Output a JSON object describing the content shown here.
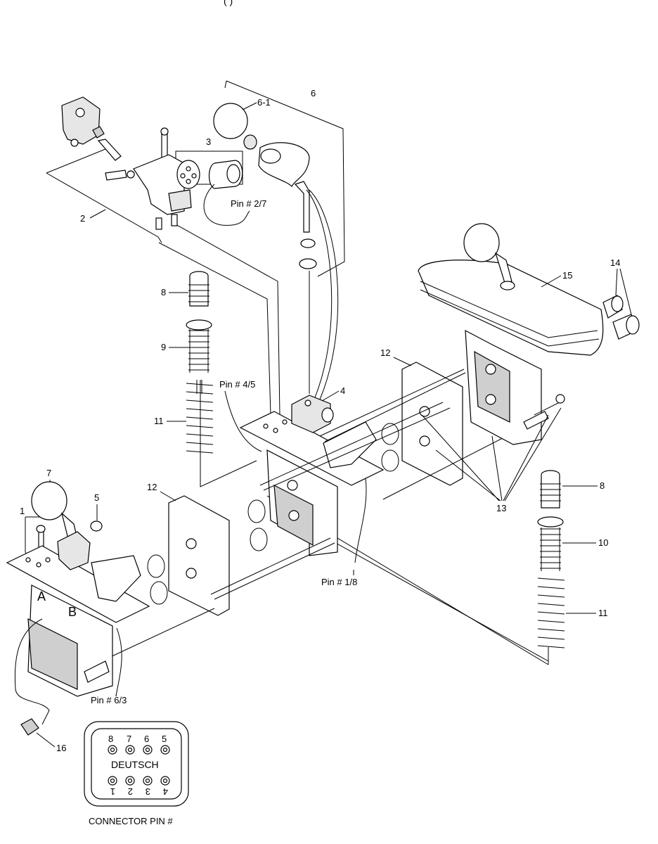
{
  "header": {
    "partial_title": "(                                                    )"
  },
  "callouts": {
    "c1": "1",
    "c2": "2",
    "c3": "3",
    "c4": "4",
    "c5": "5",
    "c6": "6",
    "c6_1": "6-1",
    "c7": "7",
    "c8a": "8",
    "c8b": "8",
    "c9": "9",
    "c10": "10",
    "c11a": "11",
    "c11b": "11",
    "c12a": "12",
    "c12b": "12",
    "c13": "13",
    "c14": "14",
    "c15": "15",
    "c16": "16"
  },
  "pin_labels": {
    "p27": "Pin # 2/7",
    "p45": "Pin # 4/5",
    "p18": "Pin # 1/8",
    "p63": "Pin # 6/3"
  },
  "housing_marks": {
    "a": "A",
    "b": "B"
  },
  "connector": {
    "top_pins": [
      "8",
      "7",
      "6",
      "5"
    ],
    "brand": "DEUTSCH",
    "bottom_pins": [
      "1",
      "2",
      "3",
      "4"
    ],
    "caption": "CONNECTOR PIN #"
  }
}
